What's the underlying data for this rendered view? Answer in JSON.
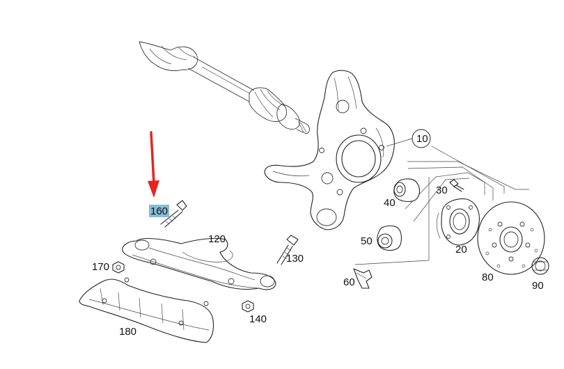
{
  "parts": {
    "p10": "10",
    "p20": "20",
    "p30": "30",
    "p40": "40",
    "p50": "50",
    "p60": "60",
    "p80": "80",
    "p90": "90",
    "p120": "120",
    "p130": "130",
    "p140": "140",
    "p160": "160",
    "p170": "170",
    "p180": "180"
  },
  "highlighted_part": "160",
  "colors": {
    "arrow": "#e8231b",
    "highlight": "#86bcd6",
    "line": "#222222"
  }
}
